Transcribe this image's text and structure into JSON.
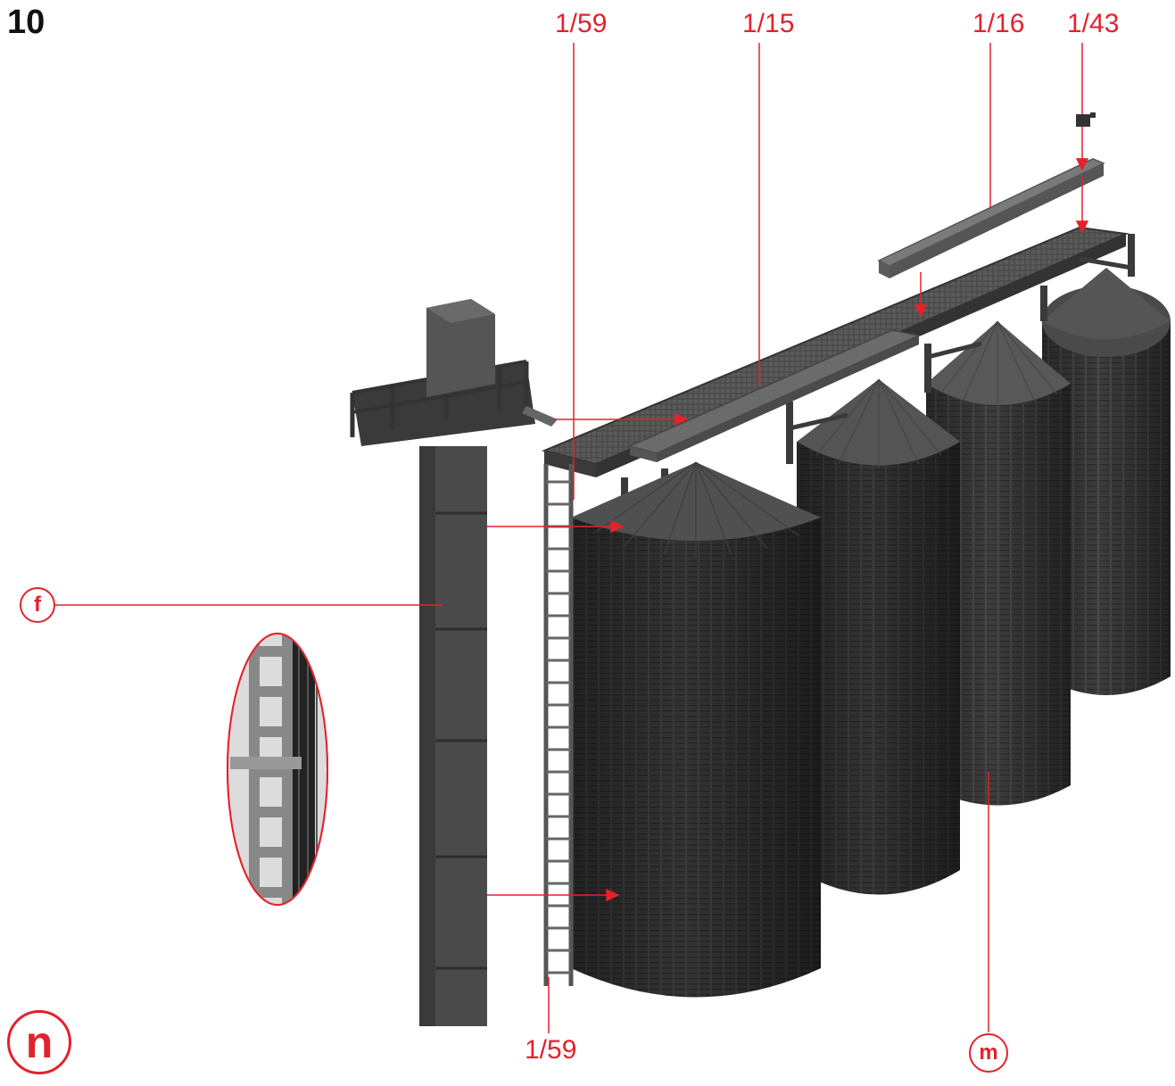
{
  "step_number": "10",
  "part_labels": {
    "top_left": "1/59",
    "top_mid": "1/15",
    "top_right_a": "1/16",
    "top_right_b": "1/43",
    "bottom": "1/59"
  },
  "callouts": {
    "f": "f",
    "m": "m",
    "n": "n"
  },
  "colors": {
    "accent_red": "#e3222c",
    "model_dark": "#2e2e2e",
    "model_mid": "#4a4a4a",
    "model_light": "#6e6e6e"
  }
}
